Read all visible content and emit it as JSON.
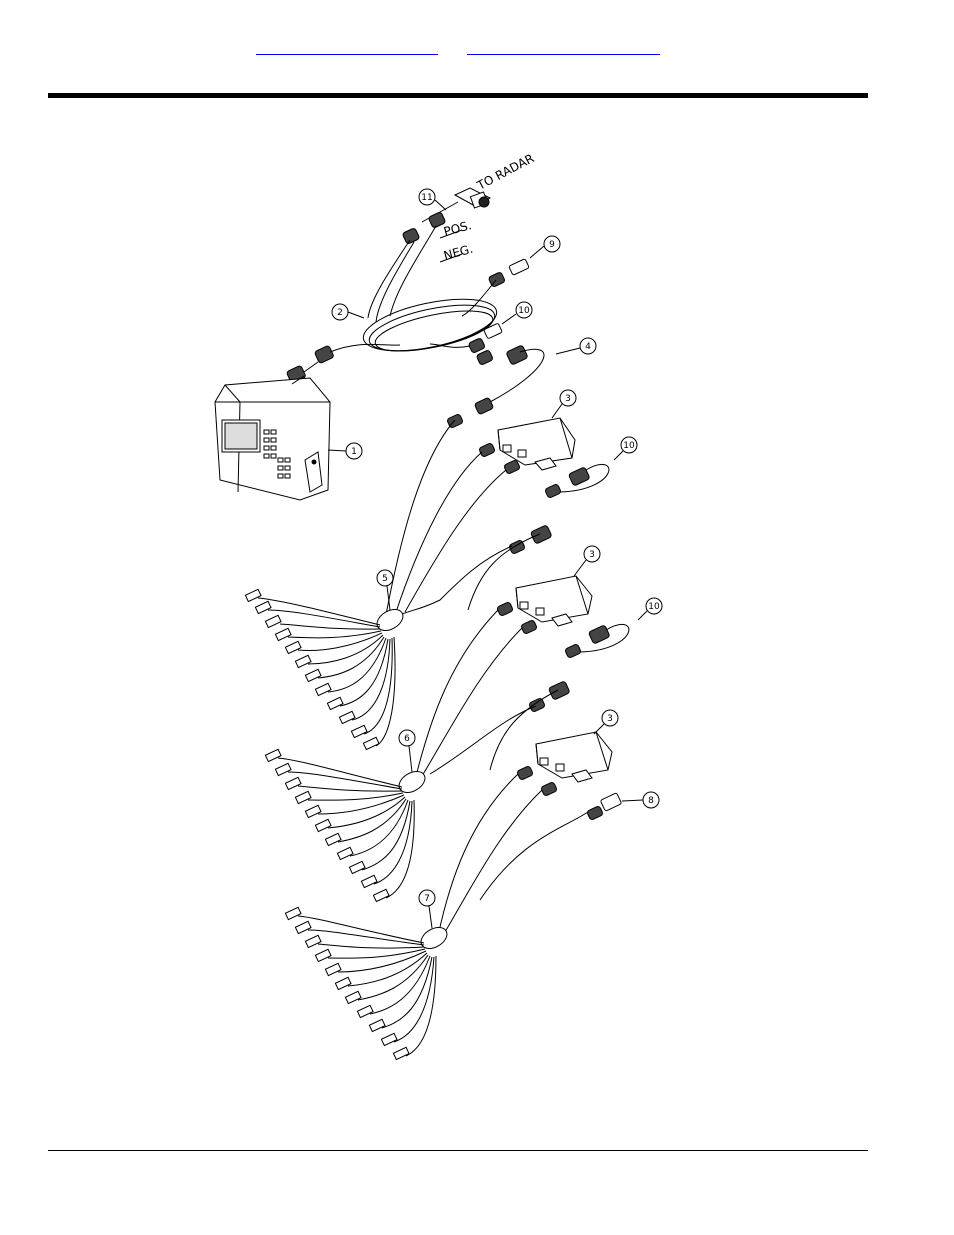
{
  "header": {
    "link_left": "",
    "link_right": ""
  },
  "diagram": {
    "labels": {
      "to_radar": "TO RADAR",
      "pos": "POS.",
      "neg": "NEG."
    },
    "callouts": [
      {
        "id": "1",
        "label": "1"
      },
      {
        "id": "2",
        "label": "2"
      },
      {
        "id": "3a",
        "label": "3"
      },
      {
        "id": "3b",
        "label": "3"
      },
      {
        "id": "3c",
        "label": "3"
      },
      {
        "id": "4",
        "label": "4"
      },
      {
        "id": "5",
        "label": "5"
      },
      {
        "id": "6",
        "label": "6"
      },
      {
        "id": "7",
        "label": "7"
      },
      {
        "id": "8",
        "label": "8"
      },
      {
        "id": "9a",
        "label": "9"
      },
      {
        "id": "9b",
        "label": "9"
      },
      {
        "id": "10a",
        "label": "10"
      },
      {
        "id": "10b",
        "label": "10"
      },
      {
        "id": "11",
        "label": "11"
      }
    ]
  }
}
